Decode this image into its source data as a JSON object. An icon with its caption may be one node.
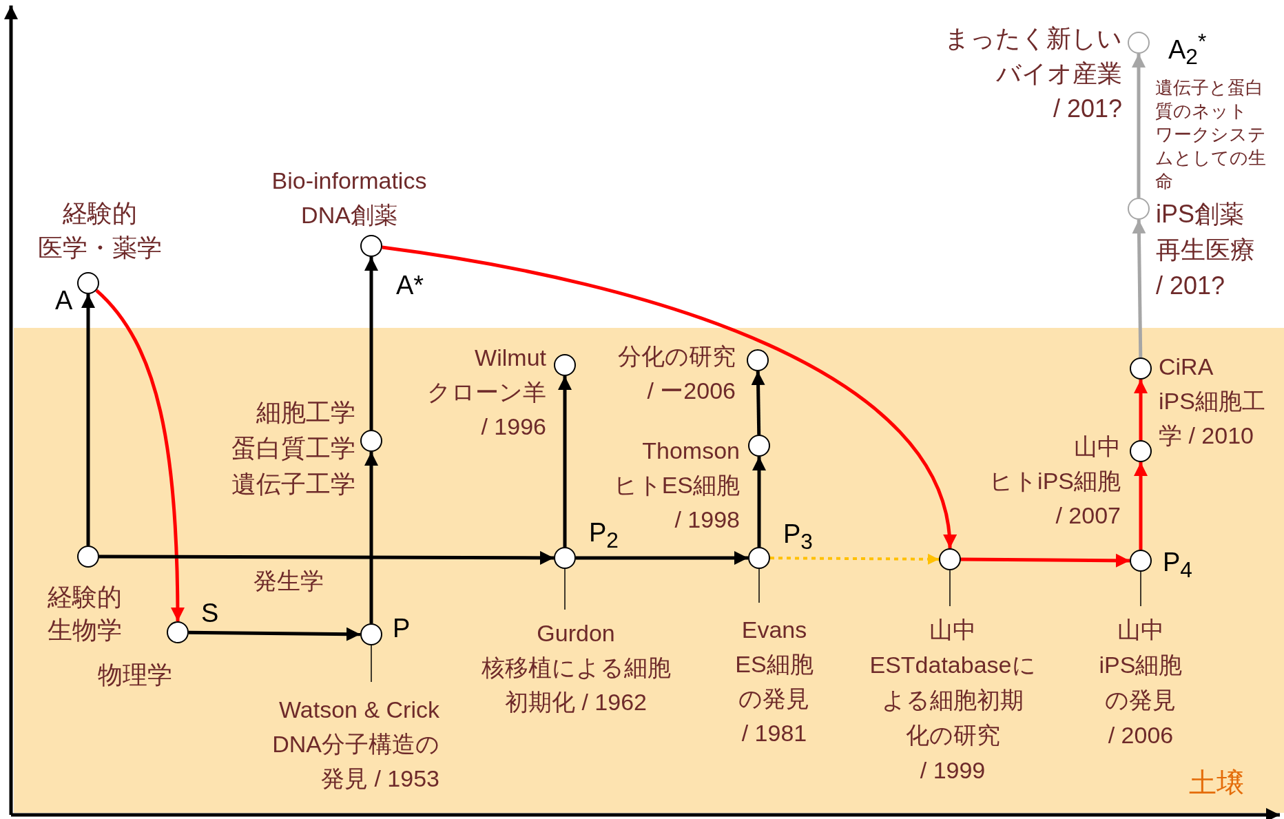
{
  "diagram": {
    "nodes": [
      {
        "text": [
          "経験的医学・薬学"
        ],
        "beside": [
          "A"
        ]
      },
      {
        "text": [
          "経験的生物学"
        ]
      },
      {
        "text": [
          "物理学"
        ],
        "beside": [
          "S"
        ]
      },
      {
        "text": [],
        "shape": "circle",
        "beside": [
          "P"
        ]
      },
      {
        "text": [
          "Watson & Crick",
          "DNA分子構造の発見 / 1953"
        ]
      },
      {
        "text": [
          "細胞工学",
          "蛋白質工学",
          "遺伝子工学"
        ]
      },
      {
        "text": [
          "Bio-informatics",
          "DNA創薬"
        ],
        "beside": [
          "A*"
        ]
      },
      {
        "text": [],
        "shape": "circle",
        "beside": [
          "P$_{2}$"
        ]
      },
      {
        "text": [
          "Gurdon",
          "核移植による細胞初期化 / 1962"
        ]
      },
      {
        "text": [
          "Wilmut",
          "クローン羊 / 1996"
        ]
      },
      {
        "text": [],
        "shape": "circle",
        "beside": [
          "P$_{3}$"
        ]
      },
      {
        "text": [
          "Evans",
          "ES細胞の発見 / 1981"
        ]
      },
      {
        "text": [
          "Thomson",
          "ヒトES細胞 / 1998"
        ]
      },
      {
        "text": [
          "分化の研究 / ー2006"
        ]
      },
      {
        "text": [],
        "shape": "circle"
      },
      {
        "text": [
          "山中",
          "ESTdatabaseによる細胞初期化の研究 / 1999"
        ]
      },
      {
        "text": [],
        "shape": "circle",
        "beside": [
          "P$_{4}$"
        ]
      },
      {
        "text": [
          "山中",
          "iPS細胞の発見 / 2006"
        ]
      },
      {
        "text": [
          "山中",
          "ヒトiPS細胞 / 2007"
        ]
      },
      {
        "text": [
          "CiRA",
          "iPS細胞工学 / 2010"
        ]
      },
      {
        "text": [
          "iPS創薬",
          "再生医療 / 201?"
        ]
      },
      {
        "text": [
          "まったく新しいバイオ産業 / 201?"
        ],
        "beside": [
          "A$_{2}$$^{*}$"
        ]
      }
    ],
    "edges": [
      {
        "from": 1,
        "to": 0,
        "arrow": "to"
      },
      {
        "from": 0,
        "to": 2,
        "arrow": "to",
        "color": "#ff0000"
      },
      {
        "from": 2,
        "to": 3,
        "arrow": "to"
      },
      {
        "from": 3,
        "to": 5,
        "arrow": "to"
      },
      {
        "from": 5,
        "to": 6,
        "arrow": "to"
      },
      {
        "from": 1,
        "to": 7,
        "arrow": "to",
        "label": "発生学"
      },
      {
        "from": 7,
        "to": 9,
        "arrow": "to"
      },
      {
        "from": 7,
        "to": 10,
        "arrow": "to"
      },
      {
        "from": 10,
        "to": 12,
        "arrow": "to"
      },
      {
        "from": 12,
        "to": 13,
        "arrow": "to"
      },
      {
        "from": 10,
        "to": 14,
        "arrow": "to",
        "style": "dashed",
        "color": "#ffc000"
      },
      {
        "from": 6,
        "to": 14,
        "arrow": "to",
        "color": "#ff0000"
      },
      {
        "from": 14,
        "to": 16,
        "arrow": "to",
        "color": "#ff0000"
      },
      {
        "from": 16,
        "to": 18,
        "arrow": "to",
        "color": "#ff0000"
      },
      {
        "from": 18,
        "to": 19,
        "arrow": "to",
        "color": "#ff0000"
      },
      {
        "from": 19,
        "to": 20,
        "arrow": "to",
        "color": "#a6a6a6"
      },
      {
        "from": 20,
        "to": 21,
        "arrow": "to",
        "color": "#a6a6a6",
        "label": "遺伝子と蛋白質のネットワークシステムとしての生命"
      },
      {
        "from": 4,
        "to": 3,
        "arrow": "none"
      },
      {
        "from": 8,
        "to": 7,
        "arrow": "none"
      },
      {
        "from": 11,
        "to": 10,
        "arrow": "none"
      },
      {
        "from": 15,
        "to": 14,
        "arrow": "none"
      },
      {
        "from": 17,
        "to": 16,
        "arrow": "none"
      }
    ],
    "labels": [
      "土壌"
    ]
  }
}
